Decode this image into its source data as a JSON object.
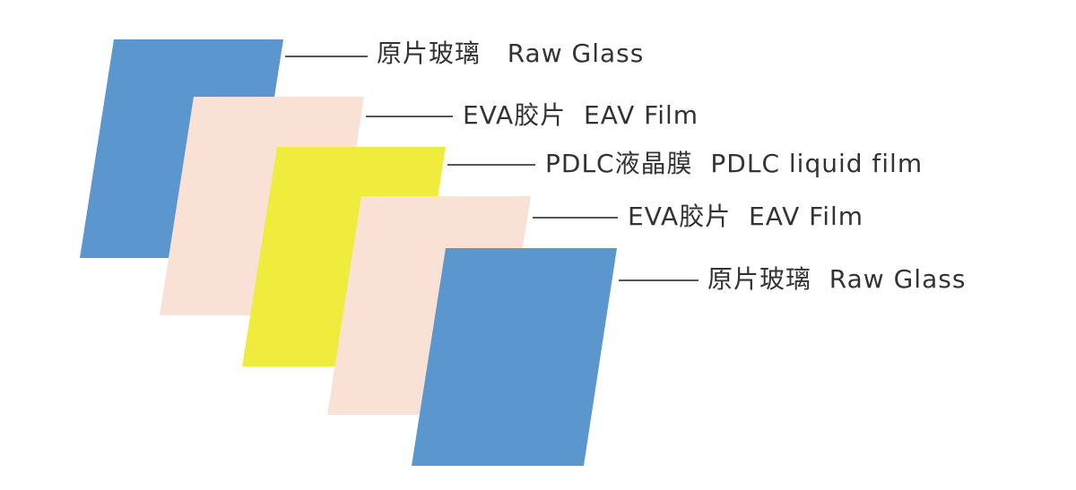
{
  "layers": [
    {
      "label": "原片玻璃   Raw Glass",
      "material": "raw-glass",
      "color": "#5b97ce"
    },
    {
      "label": "EVA胶片  EAV Film",
      "material": "eva-film",
      "color": "#f9e1d6"
    },
    {
      "label": "PDLC液晶膜  PDLC liquid film",
      "material": "pdlc-film",
      "color": "#f0ec3e"
    },
    {
      "label": "EVA胶片  EAV Film",
      "material": "eva-film",
      "color": "#f9e1d6"
    },
    {
      "label": "原片玻璃  Raw Glass",
      "material": "raw-glass",
      "color": "#5b97ce"
    }
  ],
  "leader_line_color": "#555555"
}
